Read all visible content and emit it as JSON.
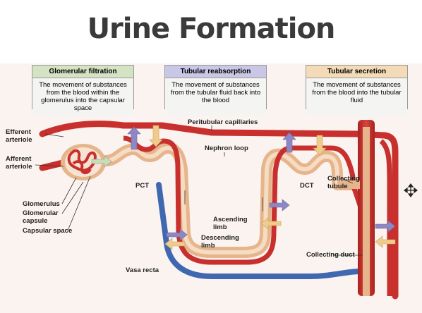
{
  "title": "Urine Formation",
  "boxes": [
    {
      "heading": "Glomerular filtration",
      "body": "The movement of substances from the blood within the glomerulus into the capsular space",
      "header_color": "#d4e3c4"
    },
    {
      "heading": "Tubular reabsorption",
      "body": "The movement of substances from the tubular fluid back into the blood",
      "header_color": "#c9c7e6"
    },
    {
      "heading": "Tubular secretion",
      "body": "The movement of substances from the blood into the tubular fluid",
      "header_color": "#f3dbb8"
    }
  ],
  "labels": {
    "efferent_arteriole": "Efferent arteriole",
    "afferent_arteriole": "Afferent arteriole",
    "glomerulus": "Glomerulus",
    "glomerular_capsule": "Glomerular capsule",
    "capsular_space": "Capsular space",
    "pct": "PCT",
    "peritubular_capillaries": "Peritubular capillaries",
    "nephron_loop": "Nephron loop",
    "dct": "DCT",
    "collecting_tubule": "Collecting tubule",
    "ascending_limb": "Ascending limb",
    "descending_limb": "Descending limb",
    "vasa_recta": "Vasa recta",
    "collecting_duct": "Collecting duct"
  },
  "colors": {
    "artery": "#c8302d",
    "vein": "#3f68b0",
    "tubule": "#e6b58c",
    "reabsorption_arrow": "#8c88c4",
    "secretion_arrow": "#f0cc8c",
    "filtration_arrow": "#c7ddb5"
  },
  "icons": [
    "move-cursor-icon"
  ]
}
